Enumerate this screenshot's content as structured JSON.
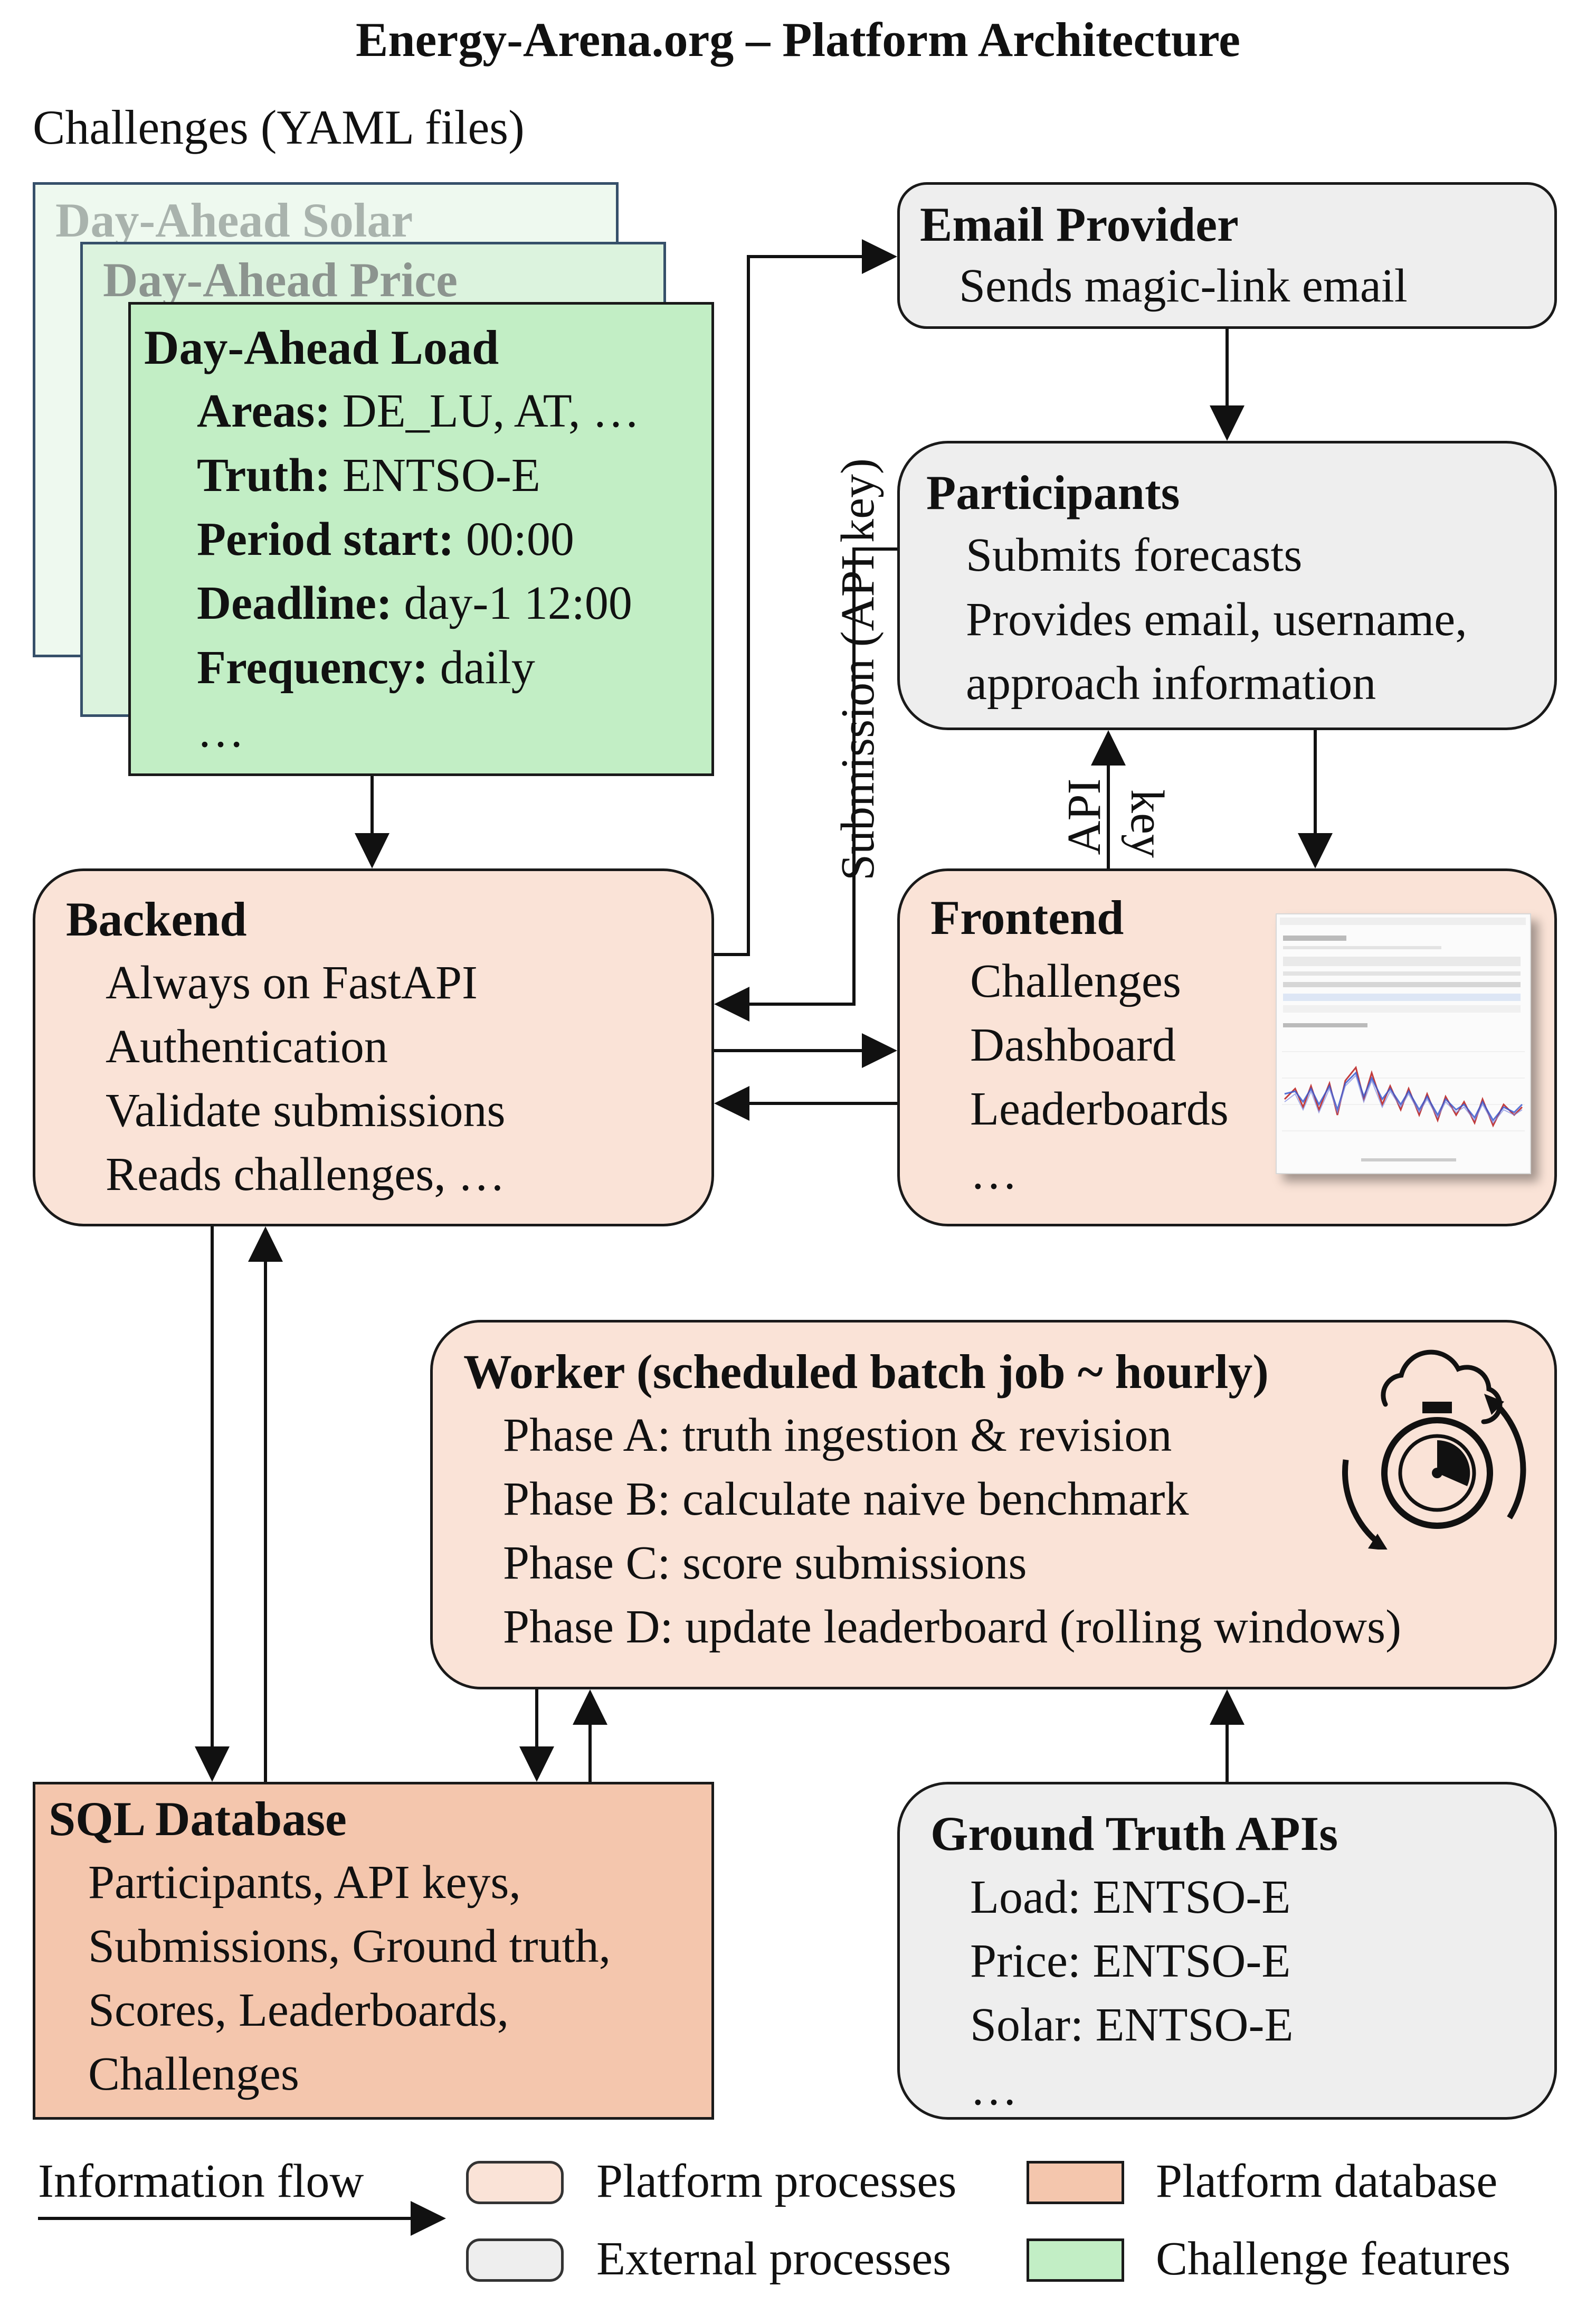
{
  "title": "Energy-Arena.org – Platform Architecture",
  "challenges_label": "Challenges (YAML files)",
  "challenge_cards": {
    "back": "Day-Ahead Solar",
    "middle": "Day-Ahead Price",
    "front": {
      "title": "Day-Ahead Load",
      "fields": [
        {
          "key": "Areas:",
          "value": " DE_LU, AT, …"
        },
        {
          "key": "Truth:",
          "value": " ENTSO-E"
        },
        {
          "key": "Period start:",
          "value": " 00:00"
        },
        {
          "key": "Deadline:",
          "value": " day-1 12:00"
        },
        {
          "key": "Frequency:",
          "value": " daily"
        }
      ],
      "more": "…"
    }
  },
  "email_provider": {
    "title": "Email Provider",
    "lines": [
      "Sends magic-link email"
    ]
  },
  "participants": {
    "title": "Participants",
    "lines": [
      "Submits forecasts",
      "Provides email, username,",
      "approach information"
    ]
  },
  "backend": {
    "title": "Backend",
    "lines": [
      "Always on FastAPI",
      "Authentication",
      "Validate submissions",
      "Reads challenges, …"
    ]
  },
  "frontend": {
    "title": "Frontend",
    "lines": [
      "Challenges",
      "Dashboard",
      "Leaderboards",
      "…"
    ]
  },
  "worker": {
    "title": "Worker (scheduled batch job ~ hourly)",
    "lines": [
      "Phase A: truth ingestion & revision",
      "Phase B: calculate naive benchmark",
      "Phase C: score submissions",
      "Phase D: update leaderboard (rolling windows)"
    ]
  },
  "database": {
    "title": "SQL Database",
    "lines": [
      "Participants, API keys,",
      "Submissions, Ground truth,",
      "Scores, Leaderboards,",
      "Challenges"
    ]
  },
  "ground_truth": {
    "title": "Ground Truth APIs",
    "lines": [
      "Load: ENTSO-E",
      "Price: ENTSO-E",
      "Solar: ENTSO-E",
      "…"
    ]
  },
  "edge_labels": {
    "submission": "Submission (API key)",
    "api": "API",
    "key": "key"
  },
  "legend": {
    "flow": "Information flow",
    "platform_processes": "Platform processes",
    "platform_database": "Platform database",
    "external_processes": "External processes",
    "challenge_features": "Challenge features"
  },
  "icons": {
    "worker": "cloud-stopwatch-cycle-icon",
    "frontend": "dashboard-screenshot-thumbnail"
  },
  "colors": {
    "platform_process": "#fae3d7",
    "platform_database": "#f4c6ad",
    "external_process": "#eeeeee",
    "challenge_feature": "#c2eec5"
  }
}
